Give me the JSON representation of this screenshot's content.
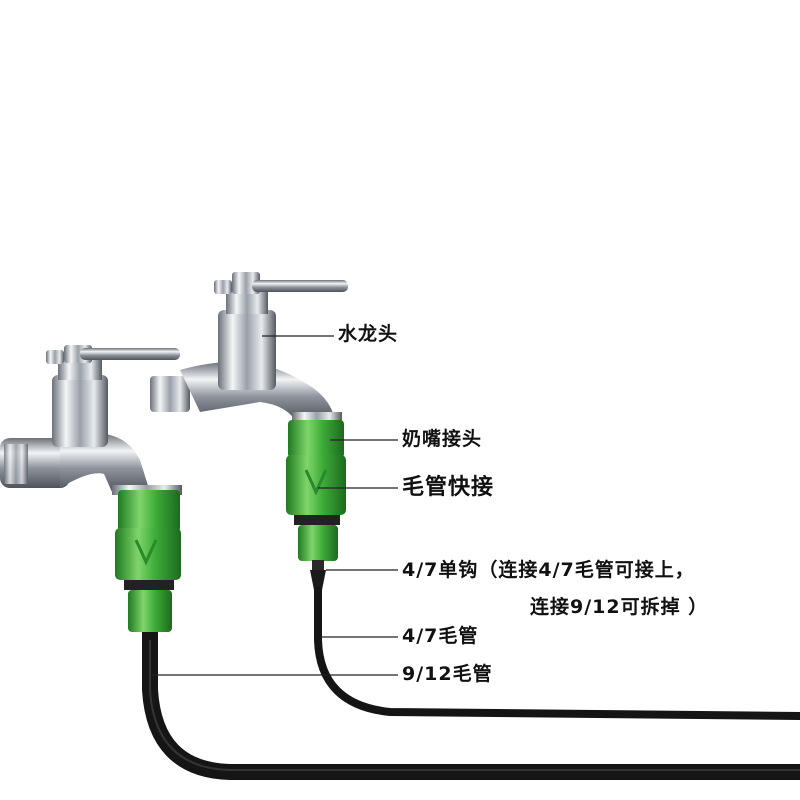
{
  "labels": {
    "faucet": "水龙头",
    "nipple_connector": "奶嘴接头",
    "capillary_quick_connector": "毛管快接",
    "single_hook_line1": "4/7单钩（连接4/7毛管可接上，",
    "single_hook_line2": "连接9/12可拆掉 ）",
    "tube_4_7": "4/7毛管",
    "tube_9_12": "9/12毛管"
  },
  "colors": {
    "background": "#ffffff",
    "connector_green": "#3fae3a",
    "tube_black": "#151515",
    "chrome": "#b8bcc4"
  }
}
